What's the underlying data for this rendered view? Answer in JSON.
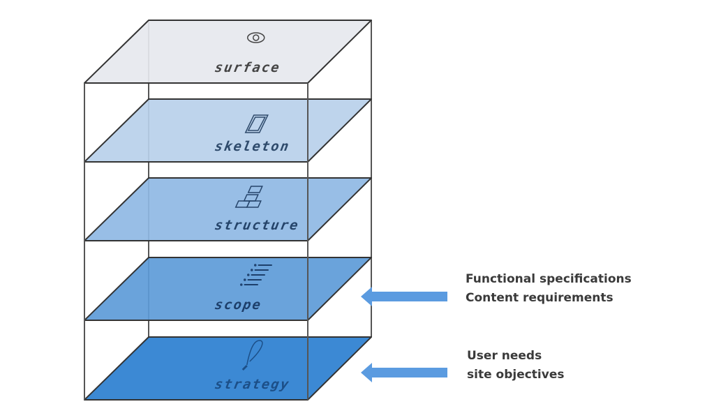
{
  "diagram": {
    "title": "Elements of User Experience planes",
    "planes": [
      {
        "id": "surface",
        "label": "surface",
        "icon": "eye-icon",
        "color": "#e6e8ee",
        "text_color": "#444444"
      },
      {
        "id": "skeleton",
        "label": "skeleton",
        "icon": "page-icon",
        "color": "#b9d0ea",
        "text_color": "#2e4a6b"
      },
      {
        "id": "structure",
        "label": "structure",
        "icon": "blocks-icon",
        "color": "#8fb8e4",
        "text_color": "#25446a"
      },
      {
        "id": "scope",
        "label": "scope",
        "icon": "list-icon",
        "color": "#5d9bd8",
        "text_color": "#1d3f6b"
      },
      {
        "id": "strategy",
        "label": "strategy",
        "icon": "lightbulb-icon",
        "color": "#2b7fd0",
        "text_color": "#1c4f88"
      }
    ],
    "frame_color": "#555555",
    "annotations": [
      {
        "target": "scope",
        "arrow_color": "#5b9be0",
        "lines": [
          "Functional specifications",
          "Content requirements"
        ]
      },
      {
        "target": "strategy",
        "arrow_color": "#5b9be0",
        "lines": [
          "User needs",
          "site objectives"
        ]
      }
    ]
  }
}
